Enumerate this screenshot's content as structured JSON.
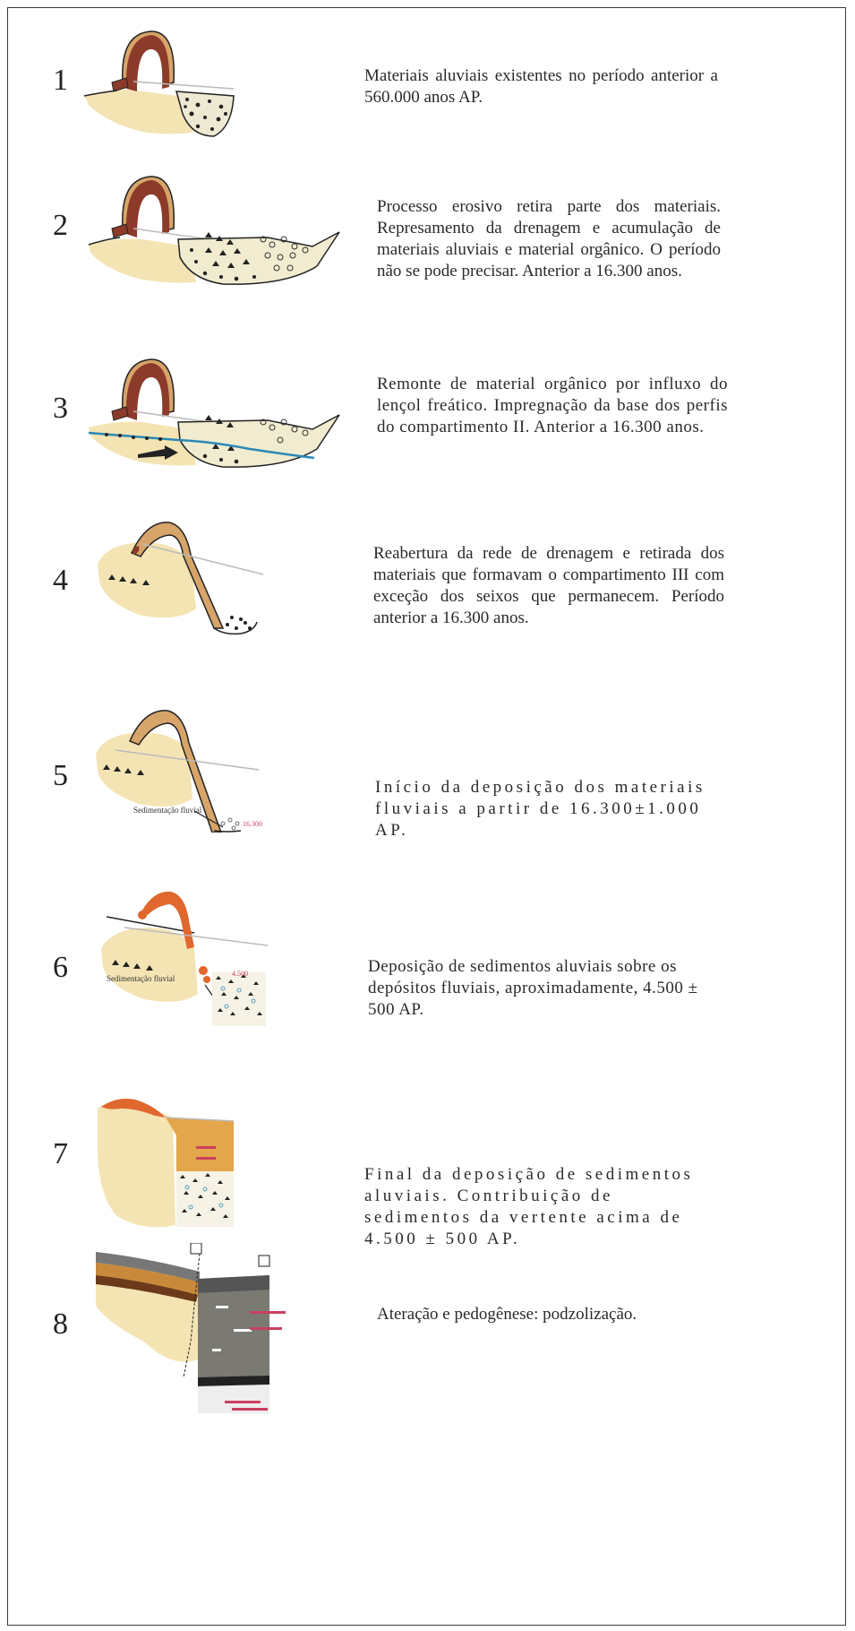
{
  "stages": [
    {
      "number": "1",
      "text": "Materiais aluviais existentes no período anterior a 560.000 anos AP."
    },
    {
      "number": "2",
      "text": "Processo erosivo retira parte dos materiais. Represamento da drenagem e acumulação de materiais aluviais e material orgânico. O período não se pode precisar. Anterior a 16.300 anos."
    },
    {
      "number": "3",
      "text": "Remonte de material orgânico por influxo do lençol freático. Impregnação da base dos perfis do compartimento II. Anterior a 16.300 anos."
    },
    {
      "number": "4",
      "text": "Reabertura da rede de drenagem e retirada dos materiais que formavam o compartimento III com exceção dos seixos que permanecem. Período anterior a 16.300 anos."
    },
    {
      "number": "5",
      "text": "Início da deposição dos materiais fluviais a partir de 16.300±1.000 AP.",
      "fig_label": "Sedimentação fluvial",
      "fig_date": "16.300"
    },
    {
      "number": "6",
      "text": "Deposição de sedimentos aluviais sobre os depósitos fluviais, aproximadamente, 4.500 ± 500 AP.",
      "fig_label": "Sedimentação fluvial",
      "fig_date": "4.500"
    },
    {
      "number": "7",
      "text": "Final da deposição de sedimentos aluviais. Contribuição de sedimentos da vertente acima de 4.500 ± 500 AP."
    },
    {
      "number": "8",
      "text": "Ateração e pedogênese: podzolização."
    }
  ],
  "colors": {
    "sand": "#f4e4b4",
    "brown": "#8c3b2a",
    "tan": "#d7a46a",
    "orange": "#e0672e",
    "water": "#2a88b8",
    "gravel": "#e8e3c8"
  }
}
